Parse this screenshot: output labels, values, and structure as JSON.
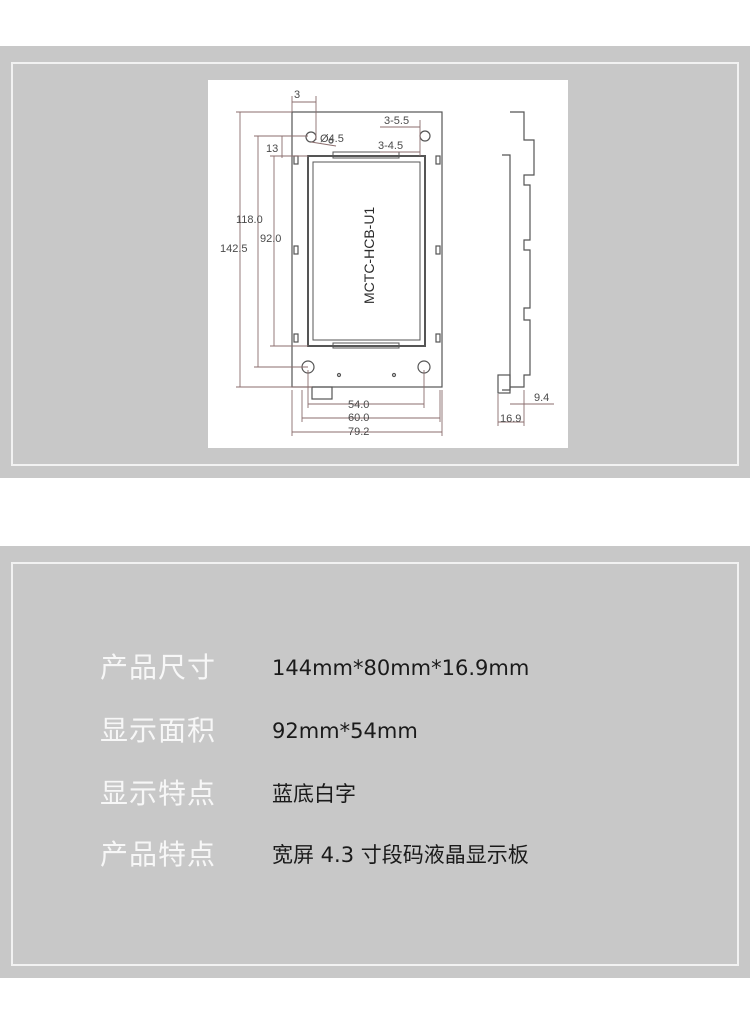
{
  "drawing": {
    "model_label": "MCTC-HCB-U1",
    "dimensions": {
      "d_3": "3",
      "d_hole": "Ø4.5",
      "d_3_5_5": "3-5.5",
      "d_3_4_5": "3-4.5",
      "d_13": "13",
      "d_118": "118.0",
      "d_92": "92.0",
      "d_142_5": "142.5",
      "d_54": "54.0",
      "d_60": "60.0",
      "d_79_2": "79.2",
      "d_9_4": "9.4",
      "d_16_9": "16.9"
    }
  },
  "specs": [
    {
      "label": "产品尺寸",
      "value": "144mm*80mm*16.9mm"
    },
    {
      "label": "显示面积",
      "value": "92mm*54mm"
    },
    {
      "label": "显示特点",
      "value": "蓝底白字"
    },
    {
      "label": "产品特点",
      "value": "宽屏 4.3 寸段码液晶显示板"
    }
  ]
}
